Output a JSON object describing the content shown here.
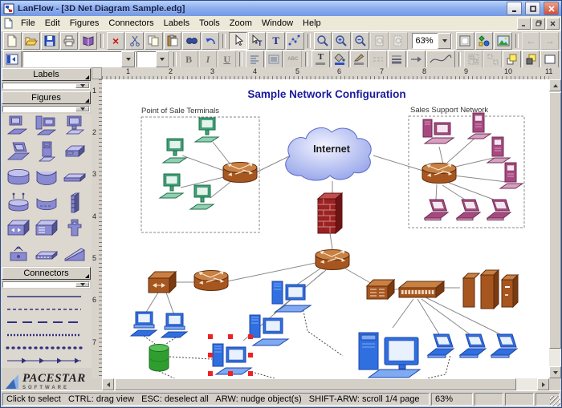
{
  "window": {
    "title": "LanFlow - [3D Net Diagram Sample.edg]"
  },
  "menu": [
    "File",
    "Edit",
    "Figures",
    "Connectors",
    "Labels",
    "Tools",
    "Zoom",
    "Window",
    "Help"
  ],
  "toolbar": {
    "zoom_level": "63%",
    "bold": "B",
    "italic": "I",
    "underline": "U",
    "abc": "ABC",
    "text_tool": "T",
    "text_color": "T"
  },
  "icons": {
    "delete": "×",
    "link_prev": "←",
    "link_next": "→"
  },
  "sidebar": {
    "labels": "Labels",
    "figures": "Figures",
    "connectors": "Connectors",
    "logo_name": "PACESTAR",
    "logo_sub": "SOFTWARE"
  },
  "rulers": {
    "h": [
      "1",
      "2",
      "3",
      "4",
      "5",
      "6",
      "7",
      "8",
      "9",
      "10",
      "11"
    ],
    "v": [
      "1",
      "2",
      "3",
      "4",
      "5",
      "6",
      "7"
    ]
  },
  "diagram": {
    "title": "Sample Network Configuration",
    "pos_label": "Point of Sale Terminals",
    "sales_label": "Sales Support Network",
    "internet": "Internet"
  },
  "statusbar": {
    "hint": "Click to select   CTRL: drag view   ESC: deselect all   ARW: nudge object(s)   SHIFT-ARW: scroll 1/4 page",
    "zoom": "63%"
  }
}
